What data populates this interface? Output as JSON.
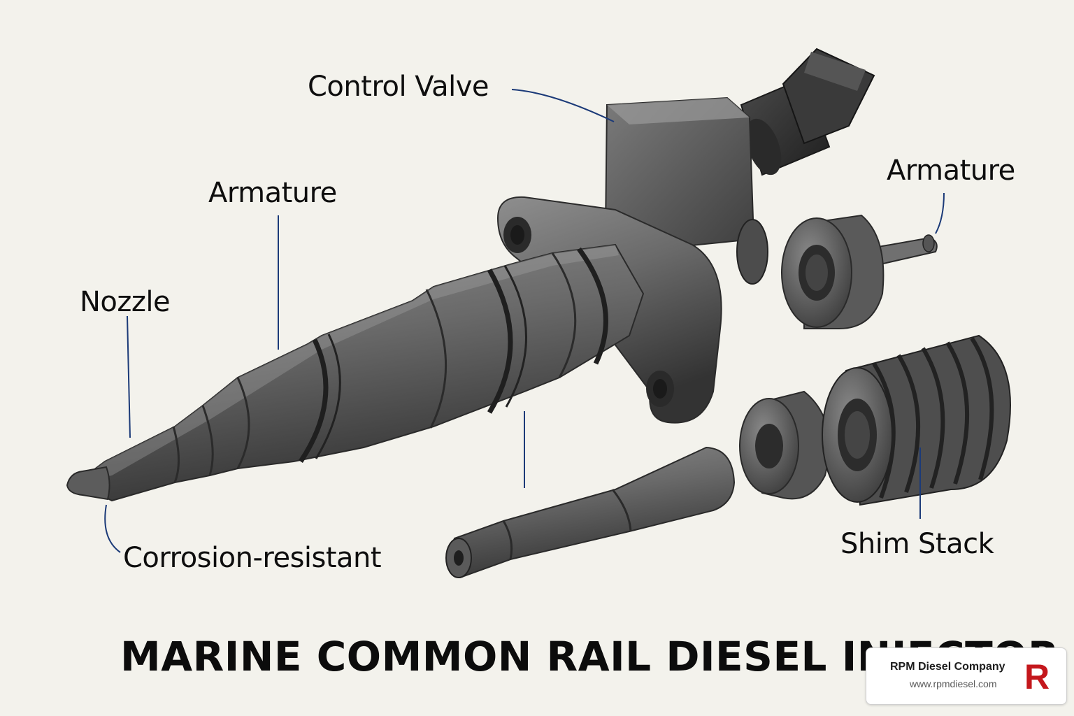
{
  "diagram": {
    "title": "MARINE COMMON RAIL DIESEL INJECTOR",
    "labels": {
      "control_valve": "Control Valve",
      "armature_left": "Armature",
      "armature_right": "Armature",
      "nozzle": "Nozzle",
      "corrosion": "Corrosion-resistant",
      "shim_stack": "Shim Stack"
    },
    "leader_color": "#1b3a78",
    "metal_color": "#6f6f6f"
  },
  "brand": {
    "name": "RPM Diesel Company",
    "url": "www.rpmdiesel.com",
    "logo_letter": "R",
    "logo_color": "#c4171c"
  }
}
